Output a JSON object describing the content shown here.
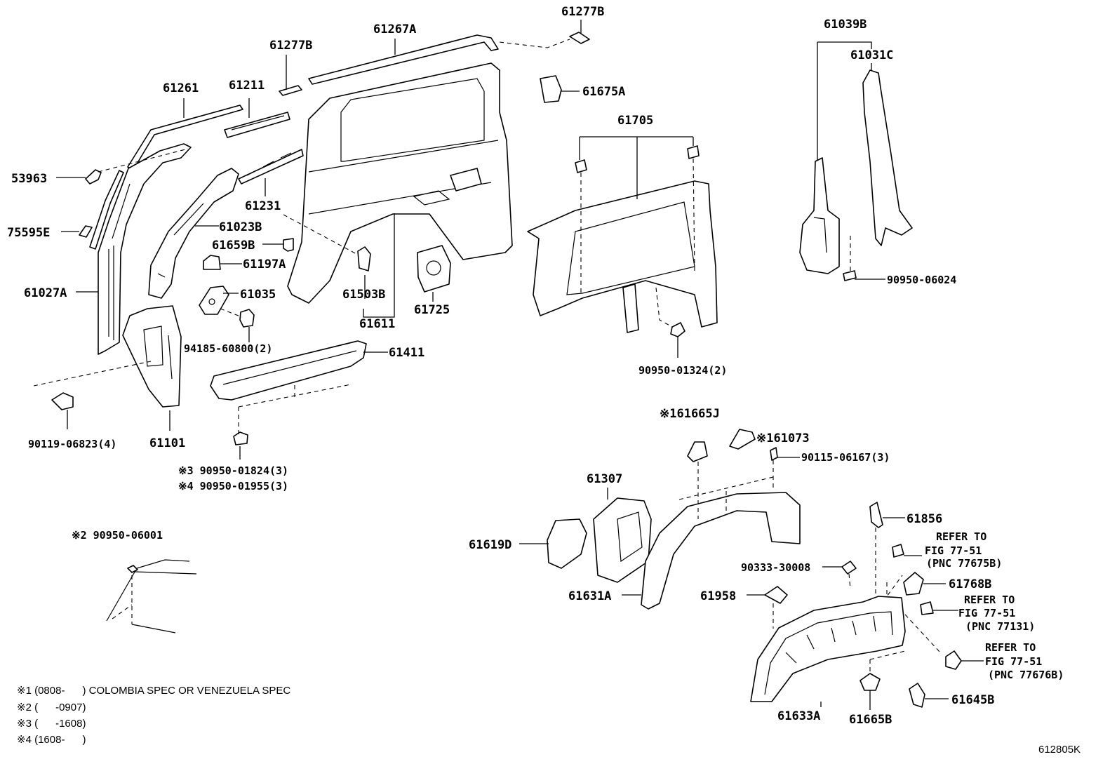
{
  "diagram_id": "612805K",
  "parts": {
    "p61277B_top": "61277B",
    "p61267A": "61267A",
    "p61277B": "61277B",
    "p61261": "61261",
    "p61211": "61211",
    "p53963": "53963",
    "p61231": "61231",
    "p75595E": "75595E",
    "p61023B": "61023B",
    "p61659B": "61659B",
    "p61197A": "61197A",
    "p61027A": "61027A",
    "p61035": "61035",
    "p61503B": "61503B",
    "p61725": "61725",
    "p61611": "61611",
    "p94185": "94185-60800(2)",
    "p61411": "61411",
    "p90119": "90119-06823(4)",
    "p61101": "61101",
    "p90950_01824": "※3 90950-01824(3)",
    "p90950_01955": "※4 90950-01955(3)",
    "p90950_06001": "※2 90950-06001",
    "p61675A": "61675A",
    "p61705": "61705",
    "p90950_01324": "90950-01324(2)",
    "p61039B": "61039B",
    "p61031C": "61031C",
    "p90950_06024": "90950-06024",
    "p61665J": "※161665J",
    "p61073": "※161073",
    "p90115": "90115-06167(3)",
    "p61307": "61307",
    "p61619D": "61619D",
    "p61631A": "61631A",
    "p61856": "61856",
    "p90333": "90333-30008",
    "p61958": "61958",
    "p61768B": "61768B",
    "p61633A": "61633A",
    "p61665B": "61665B",
    "p61645B": "61645B"
  },
  "refs": {
    "r1": [
      "REFER TO",
      "FIG 77-51",
      "(PNC 77675B)"
    ],
    "r2": [
      "REFER TO",
      "FIG 77-51",
      "(PNC 77131)"
    ],
    "r3": [
      "REFER TO",
      "FIG 77-51",
      "(PNC 77676B)"
    ]
  },
  "notes": [
    "※1 (0808-      ) COLOMBIA SPEC OR VENEZUELA SPEC",
    "※2 (      -0907)",
    "※3 (      -1608)",
    "※4 (1608-      )"
  ]
}
